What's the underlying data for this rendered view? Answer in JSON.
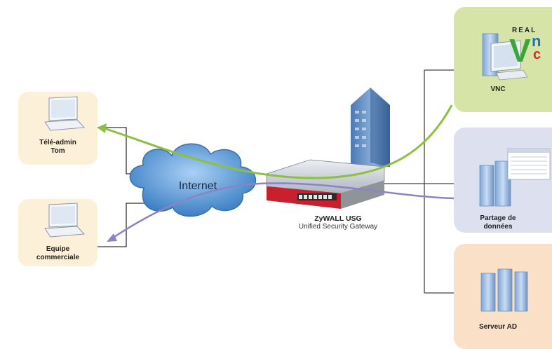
{
  "nodes": {
    "teleadmin": {
      "line1": "Télé-admin",
      "line2": "Tom"
    },
    "equipe": {
      "line1": "Equipe",
      "line2": "commerciale"
    },
    "internet": {
      "label": "Internet"
    },
    "firewall": {
      "name": "ZyWALL USG",
      "subtitle": "Unified Security Gateway"
    },
    "vnc": {
      "label": "VNC",
      "logo_top": "REAL",
      "logo_v": "V",
      "logo_n": "n",
      "logo_c": "c"
    },
    "partage": {
      "line1": "Partage de",
      "line2": "données"
    },
    "serveur": {
      "label": "Serveur AD"
    }
  },
  "colors": {
    "client_box": "#fdf0d8",
    "vnc_box": "#d7e4a8",
    "partage_box": "#dde1ef",
    "serveur_box": "#fbe0c8",
    "green_tunnel": "#8dc03f",
    "purple_tunnel": "#8b84c4",
    "cloud": "#5b9bd5",
    "firewall_red": "#c8202f"
  }
}
